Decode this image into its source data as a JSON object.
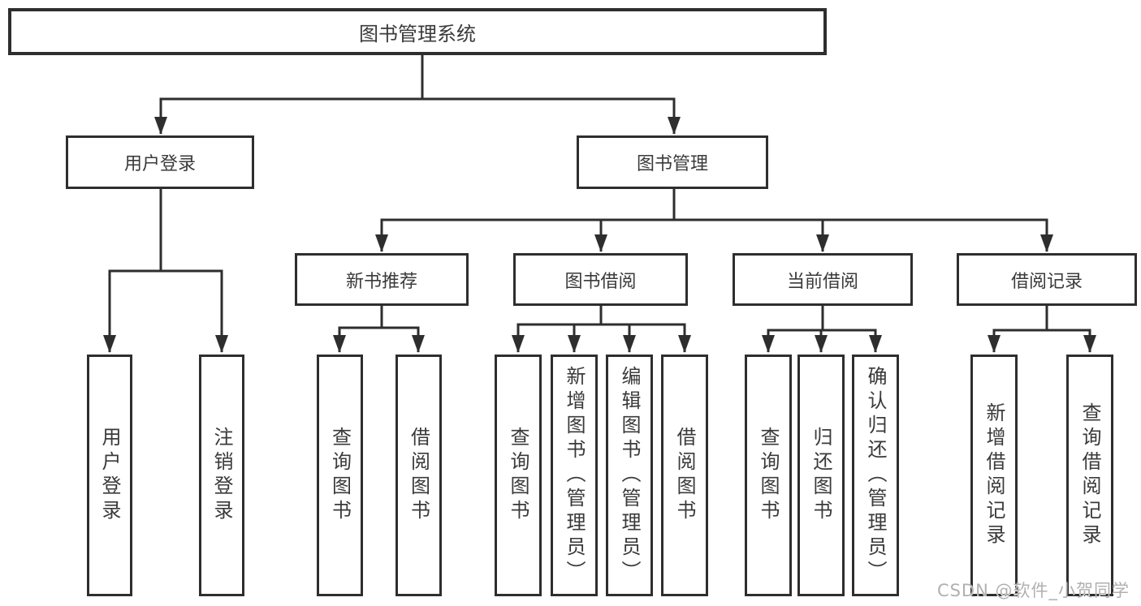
{
  "tree": {
    "root": {
      "label": "图书管理系统"
    },
    "children": [
      {
        "id": "user-login",
        "label": "用户登录",
        "children": [
          {
            "id": "user-login-leaf",
            "label": "用户登录"
          },
          {
            "id": "logout-leaf",
            "label": "注销登录"
          }
        ]
      },
      {
        "id": "book-management",
        "label": "图书管理",
        "children": [
          {
            "id": "new-book-recommend",
            "label": "新书推荐",
            "children": [
              {
                "id": "query-books",
                "label": "查询图书"
              },
              {
                "id": "borrow-books",
                "label": "借阅图书"
              }
            ]
          },
          {
            "id": "book-borrowing",
            "label": "图书借阅",
            "children": [
              {
                "id": "query-books",
                "label": "查询图书"
              },
              {
                "id": "add-book-admin",
                "label": "新增图书（管理员）"
              },
              {
                "id": "edit-book-admin",
                "label": "编辑图书（管理员）"
              },
              {
                "id": "borrow-books",
                "label": "借阅图书"
              }
            ]
          },
          {
            "id": "current-borrowing",
            "label": "当前借阅",
            "children": [
              {
                "id": "query-books",
                "label": "查询图书"
              },
              {
                "id": "return-book",
                "label": "归还图书"
              },
              {
                "id": "confirm-return-admin",
                "label": "确认归还（管理员）"
              }
            ]
          },
          {
            "id": "borrowing-records",
            "label": "借阅记录",
            "children": [
              {
                "id": "add-borrow-record",
                "label": "新增借阅记录"
              },
              {
                "id": "query-borrow-record",
                "label": "查询借阅记录"
              }
            ]
          }
        ]
      }
    ]
  },
  "watermark": {
    "text": "CSDN @软件_小贺同学"
  },
  "colors": {
    "line": "#2e2e2e",
    "box_border": "#2e2e2e",
    "text": "#3a3a3a",
    "watermark": "#b0b0b0",
    "background": "#ffffff"
  }
}
